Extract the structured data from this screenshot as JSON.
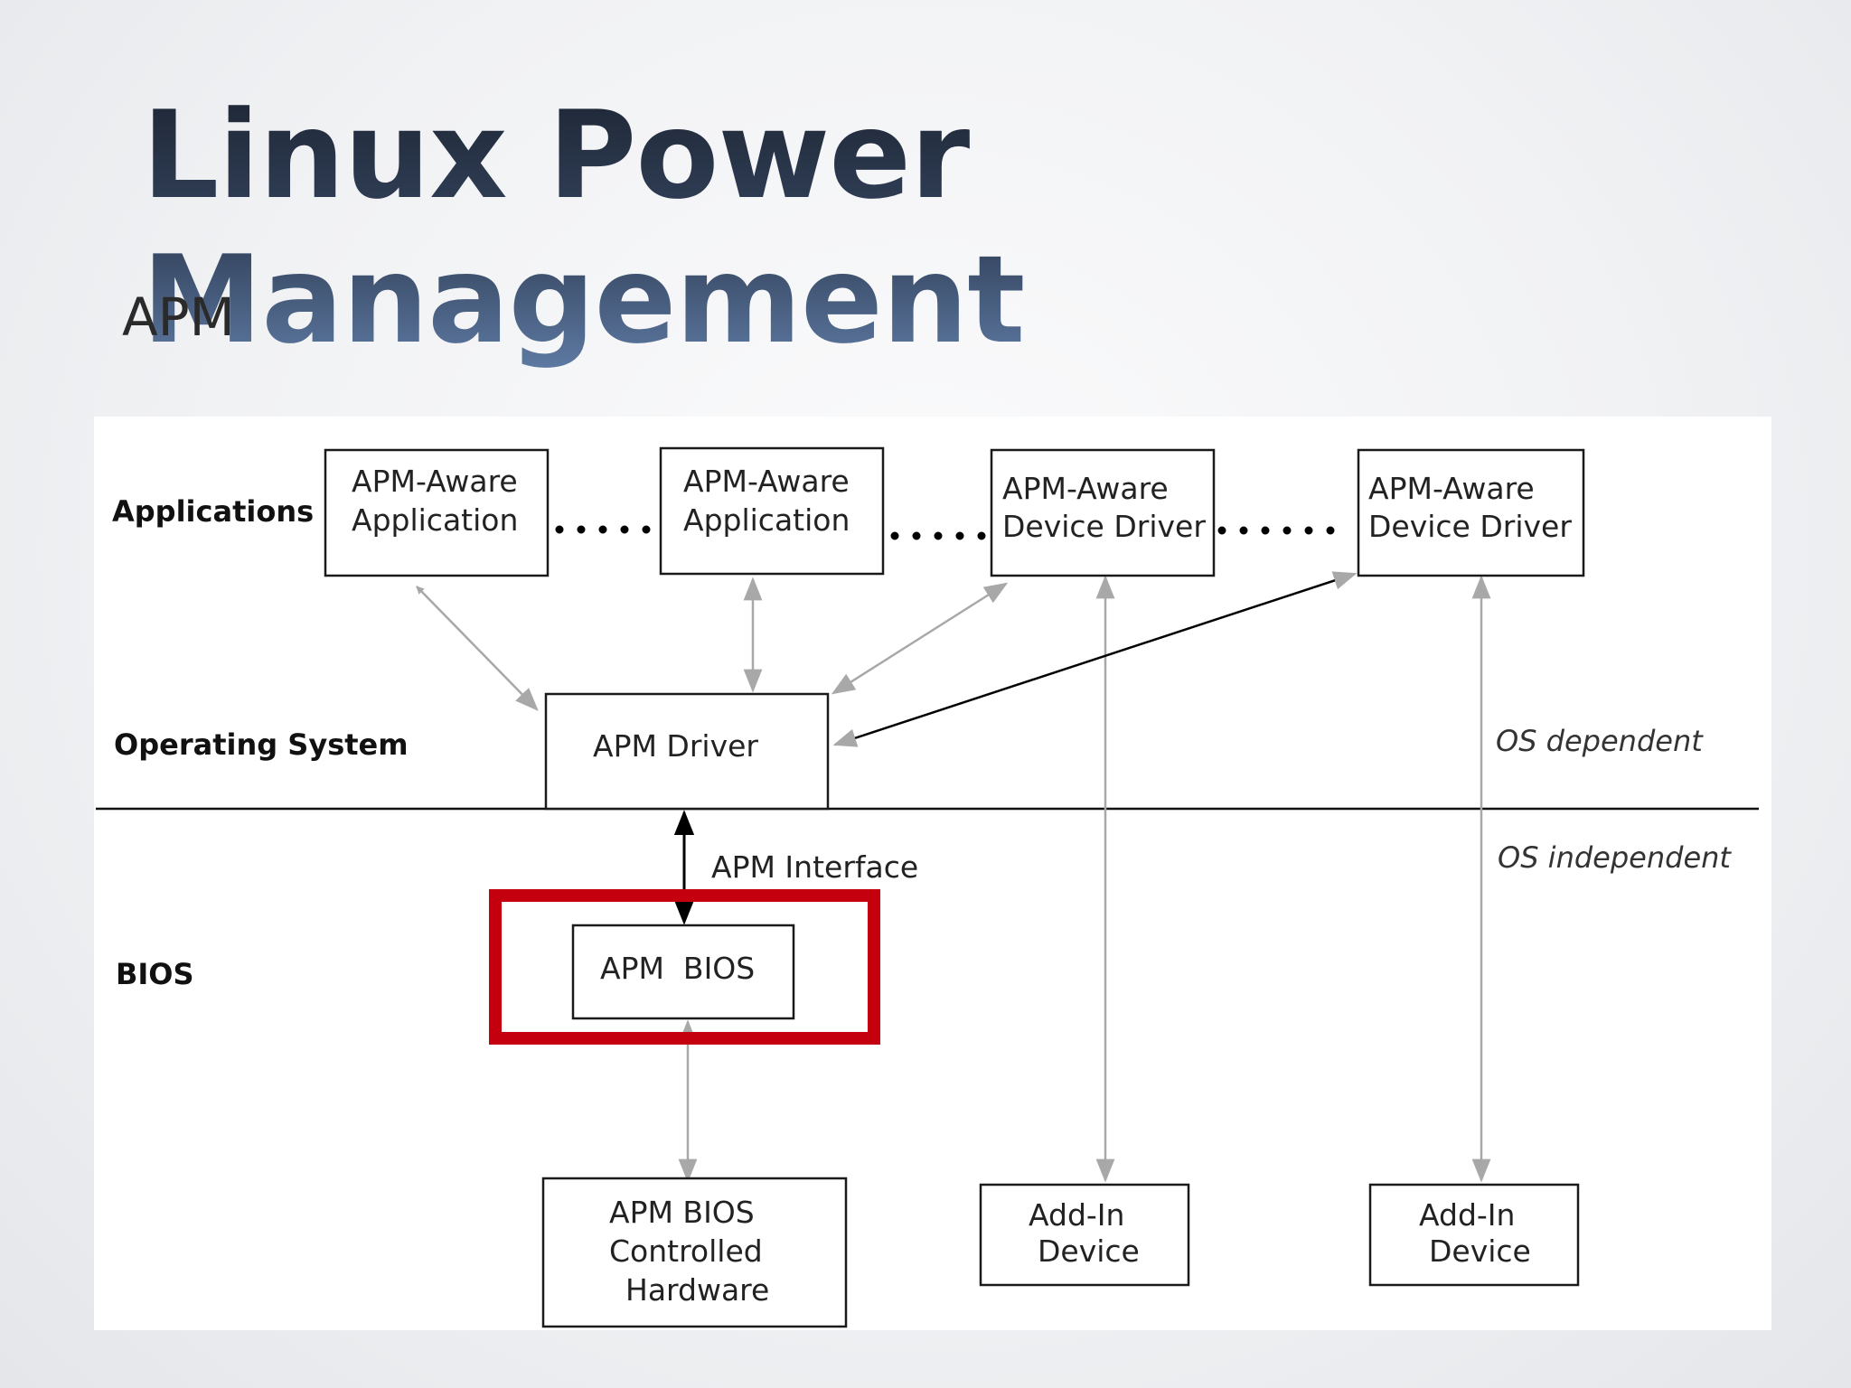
{
  "slide": {
    "title": "Linux Power Management",
    "subtitle": "APM"
  },
  "diagram": {
    "layers": {
      "applications": "Applications",
      "operating_system": "Operating System",
      "bios": "BIOS"
    },
    "boxes": {
      "app1": [
        "APM-Aware",
        "Application"
      ],
      "app2": [
        "APM-Aware",
        "Application"
      ],
      "driver1": [
        "APM-Aware",
        "Device Driver"
      ],
      "driver2": [
        "APM-Aware",
        "Device Driver"
      ],
      "apm_driver": "APM Driver",
      "apm_bios": "APM  BIOS",
      "bios_hardware": [
        "APM BIOS",
        "Controlled",
        "Hardware"
      ],
      "addin1": [
        "Add-In",
        "Device"
      ],
      "addin2": [
        "Add-In",
        "Device"
      ]
    },
    "interface_label": "APM Interface",
    "notes": {
      "os_dependent": "OS dependent",
      "os_independent": "OS independent"
    },
    "colors": {
      "highlight": "#c4000f",
      "arrow_gray": "#a8a8a8",
      "title_dark": "#1d2533",
      "title_light": "#5f7ba4"
    }
  }
}
